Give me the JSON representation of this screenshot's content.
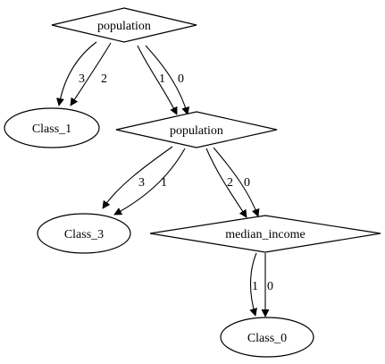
{
  "nodes": {
    "population_root": {
      "label": "population",
      "shape": "diamond"
    },
    "class_1": {
      "label": "Class_1",
      "shape": "ellipse"
    },
    "population_mid": {
      "label": "population",
      "shape": "diamond"
    },
    "class_3": {
      "label": "Class_3",
      "shape": "ellipse"
    },
    "median_income": {
      "label": "median_income",
      "shape": "diamond"
    },
    "class_0": {
      "label": "Class_0",
      "shape": "ellipse"
    }
  },
  "edges": [
    {
      "from": "population_root",
      "to": "class_1",
      "label": "3"
    },
    {
      "from": "population_root",
      "to": "class_1",
      "label": "2"
    },
    {
      "from": "population_root",
      "to": "population_mid",
      "label": "1"
    },
    {
      "from": "population_root",
      "to": "population_mid",
      "label": "0"
    },
    {
      "from": "population_mid",
      "to": "class_3",
      "label": "3"
    },
    {
      "from": "population_mid",
      "to": "class_3",
      "label": "1"
    },
    {
      "from": "population_mid",
      "to": "median_income",
      "label": "2"
    },
    {
      "from": "population_mid",
      "to": "median_income",
      "label": "0"
    },
    {
      "from": "median_income",
      "to": "class_0",
      "label": "1"
    },
    {
      "from": "median_income",
      "to": "class_0",
      "label": "0"
    }
  ]
}
